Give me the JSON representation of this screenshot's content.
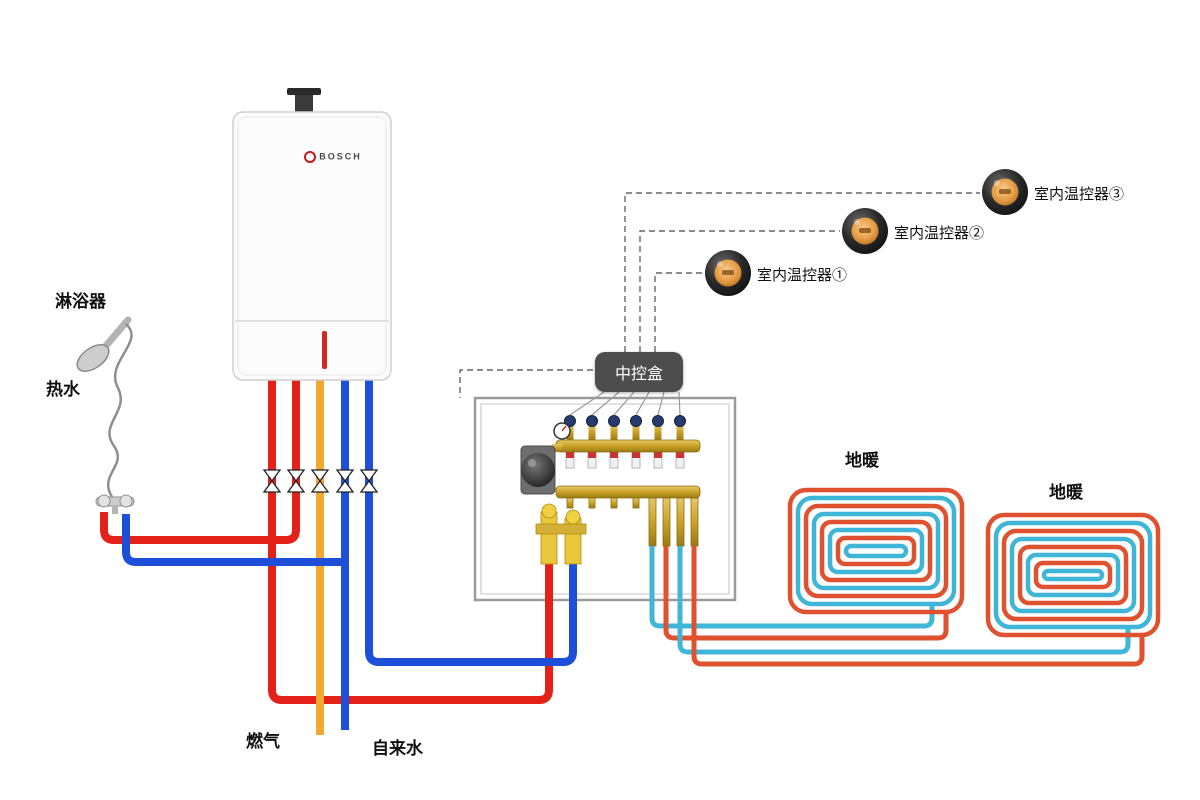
{
  "boiler": {
    "brand": "BOSCH"
  },
  "labels": {
    "shower": "淋浴器",
    "hot_water": "热水",
    "gas": "燃气",
    "tap_water": "自来水"
  },
  "control_box": {
    "label": "中控盒"
  },
  "thermostats": [
    {
      "label": "室内温控器①"
    },
    {
      "label": "室内温控器②"
    },
    {
      "label": "室内温控器③"
    }
  ],
  "floor_heating": [
    {
      "label": "地暖"
    },
    {
      "label": "地暖"
    }
  ],
  "colors": {
    "hot_pipe": "#e32119",
    "cold_pipe": "#1e4fd8",
    "gas_pipe": "#f5a733",
    "coil_warm": "#e0512f",
    "coil_cool": "#3fb6d8",
    "brass": "#c9a227",
    "control_box_bg": "#4d4d4d",
    "thermostat_glow": "#f2a75c"
  }
}
